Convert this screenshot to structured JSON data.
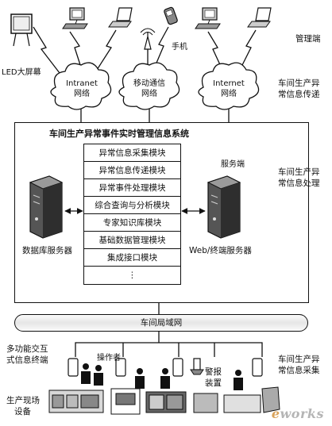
{
  "top": {
    "mgmt_label": "管理端",
    "led_label": "LED大屏幕",
    "phone_label": "手机"
  },
  "clouds": [
    {
      "line1": "Intranet",
      "line2": "网络"
    },
    {
      "line1": "移动通信",
      "line2": "网络"
    },
    {
      "line1": "Internet",
      "line2": "网络"
    }
  ],
  "side_labels": {
    "transmit": [
      "车间生产异",
      "常信息传递"
    ],
    "process": [
      "车间生产异",
      "常信息处理"
    ],
    "collect": [
      "车间生产异",
      "常信息采集"
    ]
  },
  "system": {
    "title": "车间生产异常事件实时管理信息系统",
    "db_server": "数据库服务器",
    "server_side": "服务端",
    "web_server": "Web/终端服务器",
    "modules": [
      "异常信息采集模块",
      "异常信息传递模块",
      "异常事件处理模块",
      "综合查询与分析模块",
      "专家知识库模块",
      "基础数据管理模块",
      "集成接口模块"
    ],
    "more": "⋮"
  },
  "lan": {
    "label": "车间局域网"
  },
  "bottom": {
    "terminal_line1": "多功能交互",
    "terminal_line2": "式信息终端",
    "operator": "操作者",
    "alarm_line1": "警报",
    "alarm_line2": "装置",
    "equipment_line1": "生产现场",
    "equipment_line2": "设备"
  },
  "watermark": {
    "first": "e",
    "rest": "works"
  }
}
